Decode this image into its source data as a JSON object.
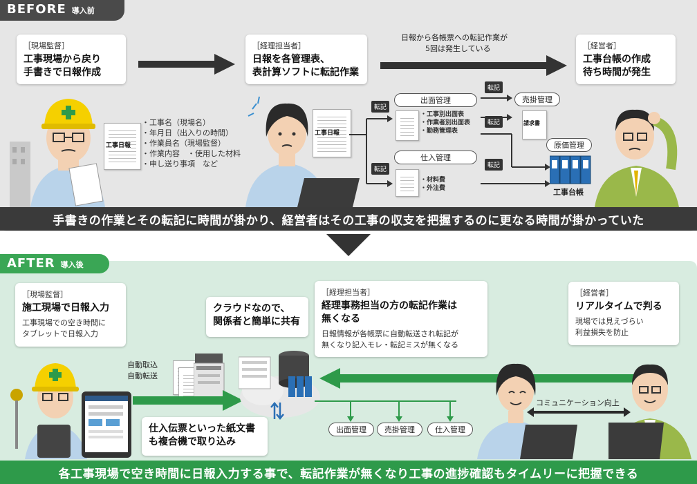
{
  "before": {
    "tag_main": "BEFORE",
    "tag_sub": "導入前",
    "bubble_site": {
      "role": "［現場監督］",
      "line1": "工事現場から戻り",
      "line2": "手書きで日報作成"
    },
    "bubble_accounting": {
      "role": "［経理担当者］",
      "line1": "日報を各管理表、",
      "line2": "表計算ソフトに転記作業"
    },
    "transfer_note": {
      "line1": "日報から各帳票への転記作業が",
      "line2": "5回は発生している"
    },
    "bubble_manager": {
      "role": "［経営者］",
      "line1": "工事台帳の作成",
      "line2": "待ち時間が発生"
    },
    "report_doc_title": "工事日報",
    "report_doc_title2": "工事日報",
    "items": [
      "・工事名（現場名）",
      "・年月日（出入りの時間）",
      "・作業員名（現場監督）",
      "・作業内容　・使用した材料",
      "・申し送り事項　など"
    ],
    "tenki": "転記",
    "attendance": "出面管理",
    "attendance_items": [
      "・工事別出面表",
      "・作業者別出面表",
      "・勤務管理表"
    ],
    "purchase": "仕入管理",
    "purchase_items": [
      "・材料費",
      "・外注費"
    ],
    "sales": "売掛管理",
    "invoice": "請求書",
    "cost": "原価管理",
    "ledger": "工事台帳",
    "banner": "手書きの作業とその転記に時間が掛かり、経営者はその工事の収支を把握するのに更なる時間が掛かっていた",
    "colors": {
      "bg": "#e6e6e6",
      "banner": "#3a3a3a",
      "tag": "#4a4a4a"
    }
  },
  "after": {
    "tag_main": "AFTER",
    "tag_sub": "導入後",
    "bubble_site": {
      "role": "［現場監督］",
      "title": "施工現場で日報入力",
      "desc1": "工事現場での空き時間に",
      "desc2": "タブレットで日報入力"
    },
    "bubble_cloud": {
      "line1": "クラウドなので、",
      "line2": "関係者と簡単に共有"
    },
    "bubble_accounting": {
      "role": "［経理担当者］",
      "title1": "経理事務担当の方の転記作業は",
      "title2": "無くなる",
      "desc1": "日報情報が各帳票に自動転送され転記が",
      "desc2": "無くなり記入モレ・転記ミスが無くなる"
    },
    "bubble_manager": {
      "role": "［経営者］",
      "title": "リアルタイムで判る",
      "desc1": "現場では見えづらい",
      "desc2": "利益損失を防止"
    },
    "auto1": "自動取込",
    "auto2": "自動転送",
    "bubble_paper": {
      "line1": "仕入伝票といった紙文書",
      "line2": "も複合機で取り込み"
    },
    "attendance": "出面管理",
    "sales": "売掛管理",
    "purchase": "仕入管理",
    "communication": "コミュニケーション向上",
    "banner": "各工事現場で空き時間に日報入力する事で、転記作業が無くなり工事の進捗確認もタイムリーに把握できる",
    "colors": {
      "bg": "#d8ece0",
      "banner": "#2e9a4a",
      "tag": "#3aa655",
      "arrow": "#2e9a4a"
    }
  }
}
